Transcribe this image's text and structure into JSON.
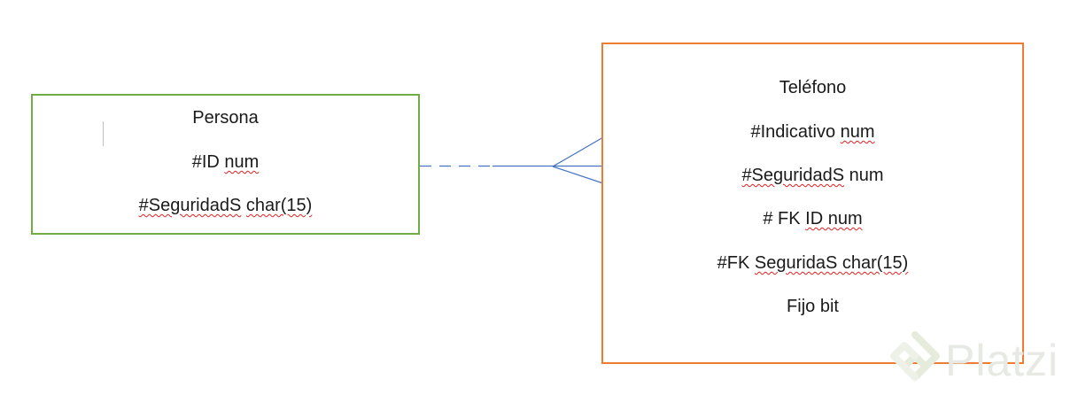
{
  "persona": {
    "title": "Persona",
    "attr1_key": "#ID",
    "attr1_type": "num",
    "attr2_key": "#SeguridadS",
    "attr2_type": "char(15)"
  },
  "telefono": {
    "title": "Teléfono",
    "attr1_key": "#Indicativo",
    "attr1_type": "num",
    "attr2_key": "#SeguridadS",
    "attr2_type": "num",
    "attr3_key": "# FK",
    "attr3_type": "ID num",
    "attr4_key": "#FK",
    "attr4_type": "SeguridaS char(15)",
    "attr5": "Fijo bit"
  },
  "colors": {
    "persona_border": "#70ad47",
    "telefono_border": "#ed7d31",
    "connector": "#4472c4",
    "spellcheck_underline": "#e02020"
  },
  "relationship": {
    "from": "Persona",
    "to": "Teléfono",
    "notation": "crow-foot-many"
  },
  "watermark": {
    "text": "Platzi"
  }
}
